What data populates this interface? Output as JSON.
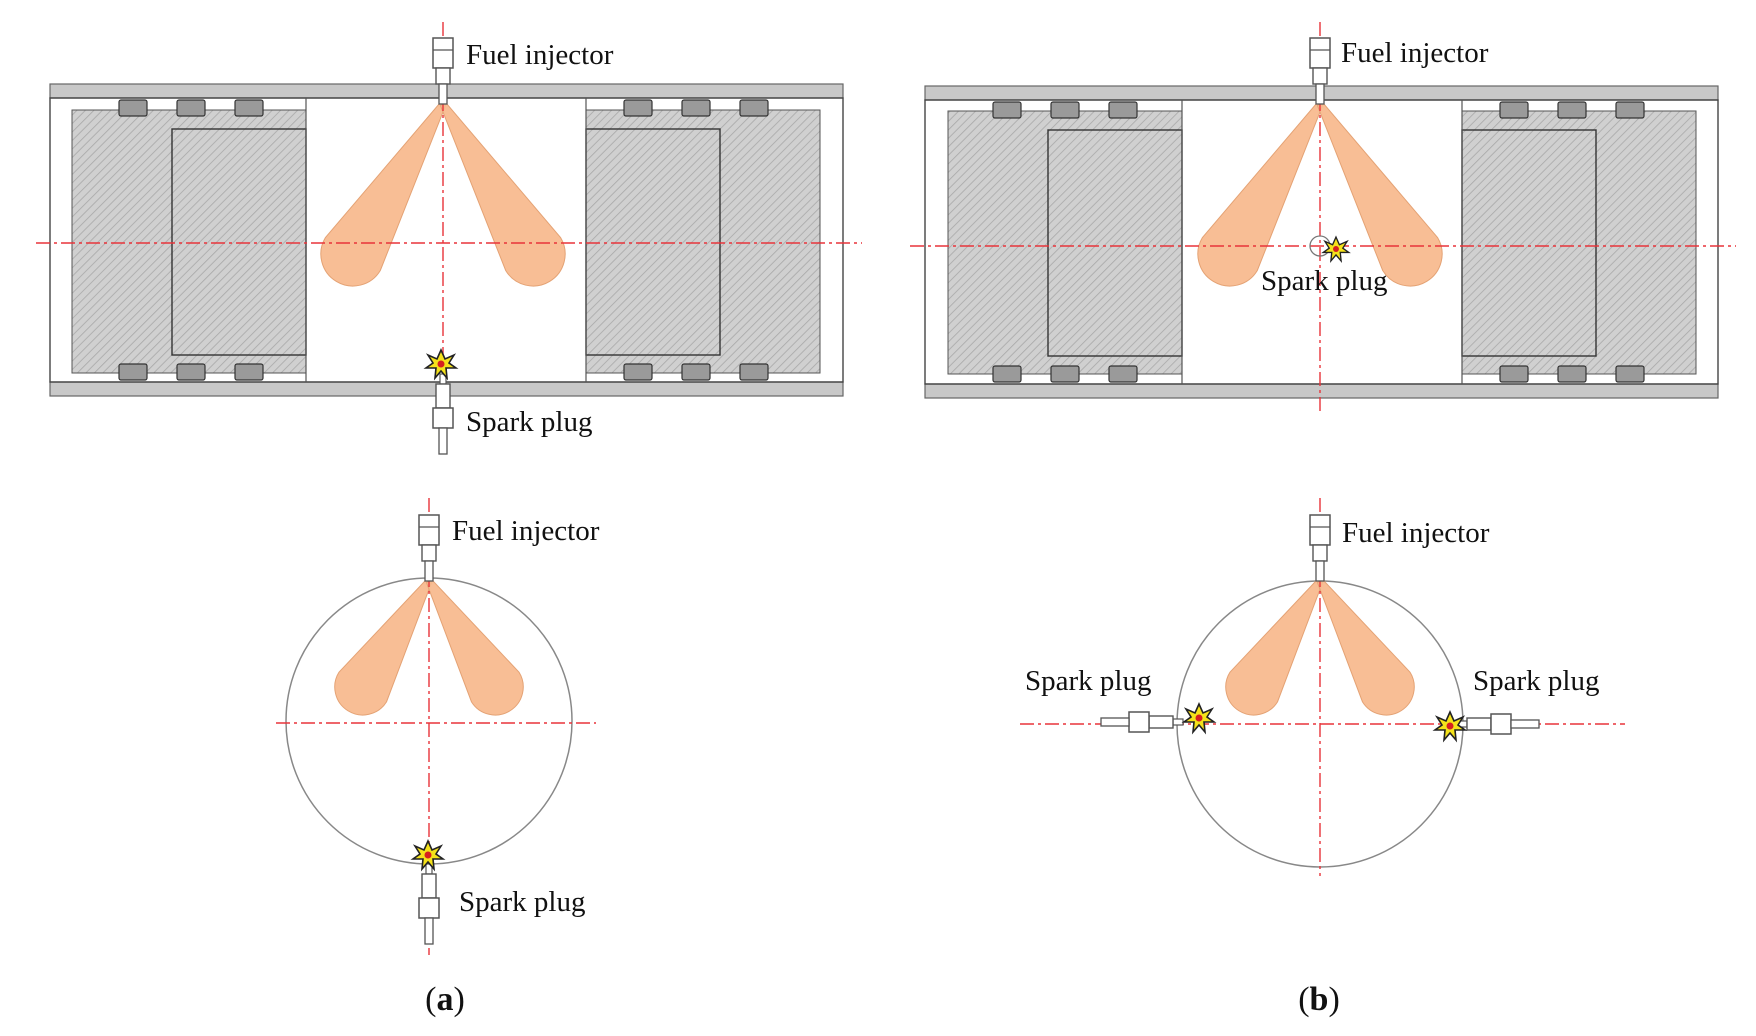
{
  "colors": {
    "spray": "#f7b98c",
    "spray_edge": "#e09a6c",
    "centerline": "#e8343a",
    "housing": "#c8c8c8",
    "shaded_body": "#c9c9c9",
    "port_block": "#9a9a9a",
    "outline": "#333333",
    "spark_yellow": "#f5e21a",
    "spark_red": "#d62020"
  },
  "icons": {
    "injector": "fuel-injector-icon",
    "plug": "spark-plug-icon",
    "spark": "spark-burst-icon"
  },
  "panel_a": {
    "top_view": {
      "injector_label": "Fuel injector",
      "plug_label": "Spark plug"
    },
    "cross_section": {
      "injector_label": "Fuel injector",
      "plug_label": "Spark plug"
    },
    "caption": {
      "open": "(",
      "letter": "a",
      "close": ")"
    }
  },
  "panel_b": {
    "top_view": {
      "injector_label": "Fuel injector",
      "plug_label": "Spark plug"
    },
    "cross_section": {
      "injector_label": "Fuel injector",
      "plug_left_label": "Spark plug",
      "plug_right_label": "Spark plug"
    },
    "caption": {
      "open": "(",
      "letter": "b",
      "close": ")"
    }
  }
}
